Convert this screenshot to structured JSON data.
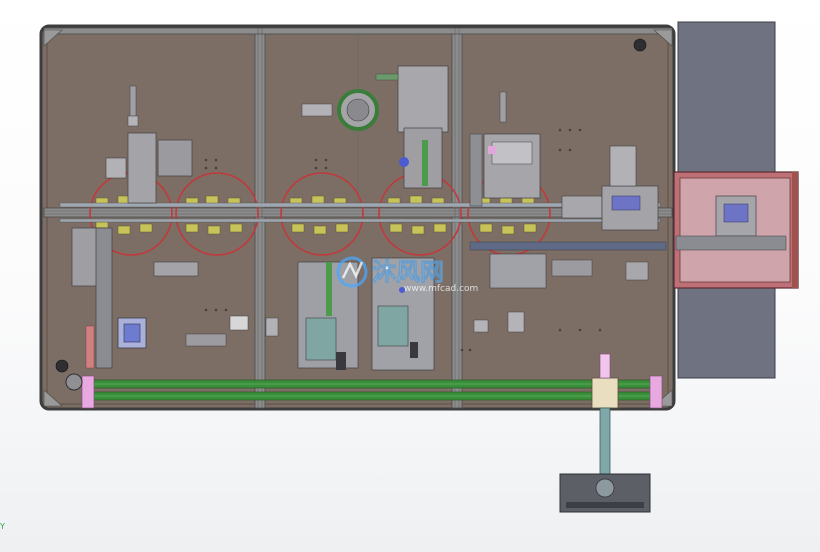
{
  "watermark": {
    "brand_text": "沐风网",
    "url_text": "www.mfcad.com"
  },
  "axis_indicator": {
    "label": "Y"
  },
  "colors": {
    "frame": "#4a4a4a",
    "plate": "#7d6e65",
    "side_panel": "#6f7280",
    "rail_green": "#3a8f3a",
    "rail_pink": "#e8a8e0",
    "dial_red": "#c0393b",
    "pedestal": "#7fa9a9",
    "cabinet": "#bf6f76"
  }
}
